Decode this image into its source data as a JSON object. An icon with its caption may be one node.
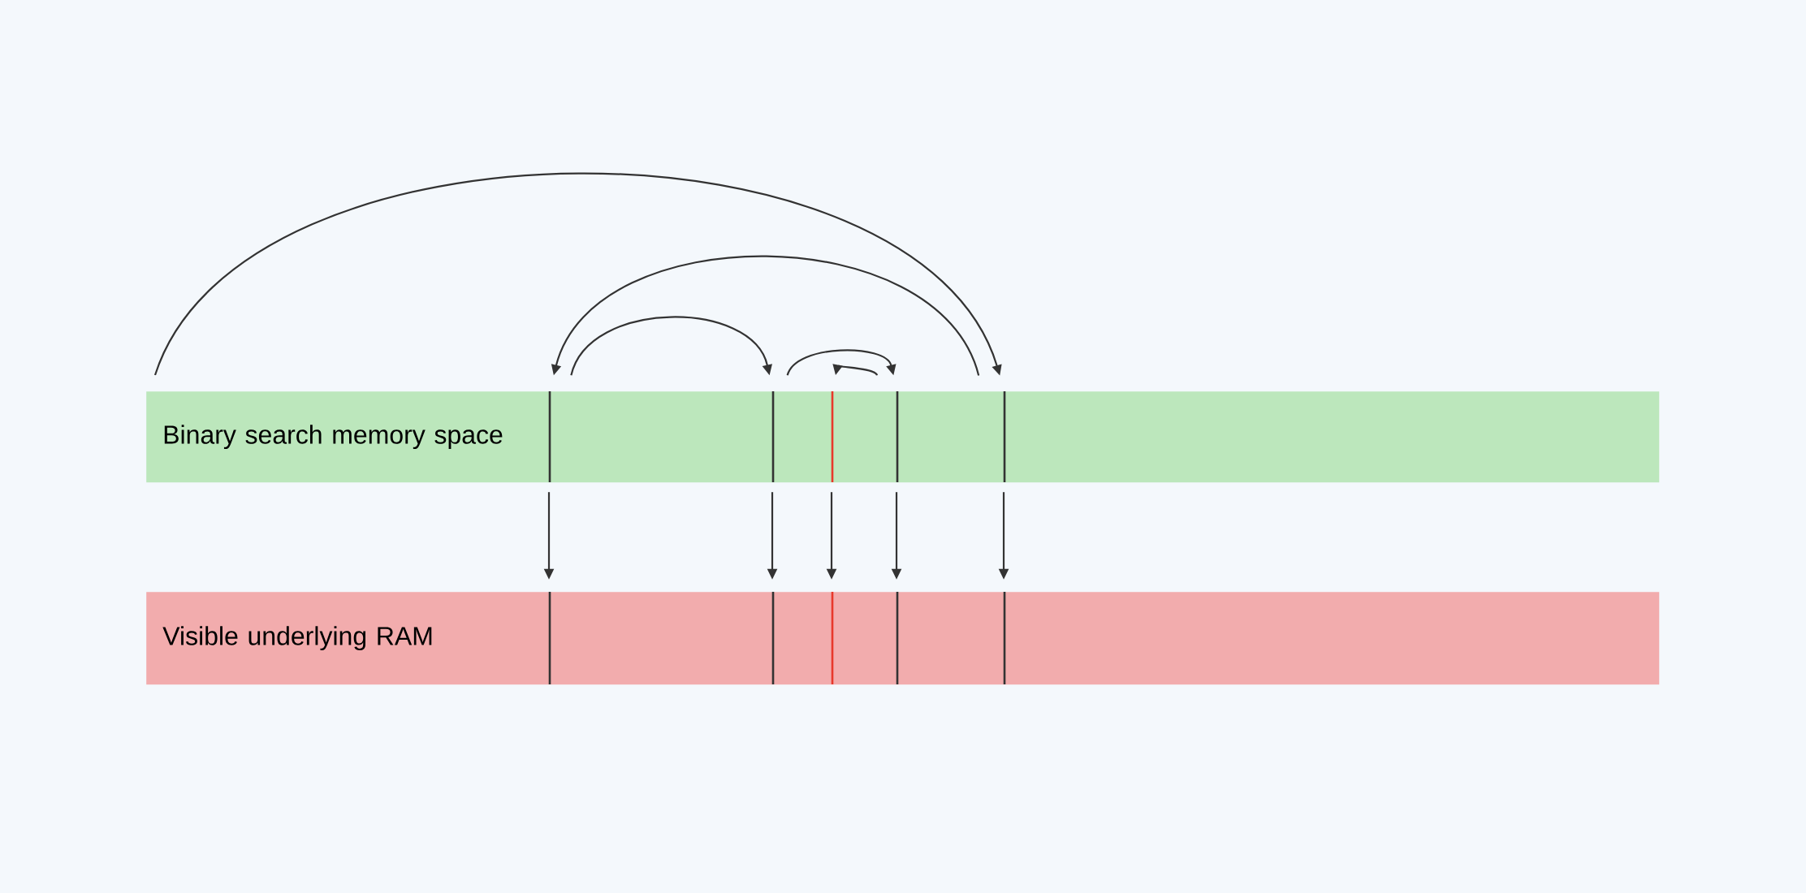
{
  "diagram": {
    "nodes": [
      {
        "text": [
          "Binary search memory space"
        ]
      },
      {
        "text": [],
        "shape": "bar",
        "in": 0
      },
      {
        "text": [],
        "shape": "bar",
        "in": 0
      },
      {
        "text": [],
        "shape": "bar",
        "in": 0
      },
      {
        "text": [],
        "shape": "bar",
        "in": 0
      },
      {
        "text": [],
        "shape": "bar",
        "in": 0
      },
      {
        "text": [
          "Visible underlying RAM"
        ]
      },
      {
        "text": [],
        "shape": "bar",
        "in": 6
      },
      {
        "text": [],
        "shape": "bar",
        "in": 6
      },
      {
        "text": [],
        "shape": "bar",
        "in": 6
      },
      {
        "text": [],
        "shape": "bar",
        "in": 6
      },
      {
        "text": [],
        "shape": "bar",
        "in": 6
      }
    ],
    "edges": [
      {
        "from": null,
        "to": 5,
        "arrow": "to"
      },
      {
        "from": 5,
        "to": 1,
        "arrow": "to"
      },
      {
        "from": 1,
        "to": 2,
        "arrow": "to"
      },
      {
        "from": 2,
        "to": 4,
        "arrow": "to"
      },
      {
        "from": 4,
        "to": 3,
        "arrow": "to"
      },
      {
        "from": 1,
        "to": 7,
        "arrow": "to"
      },
      {
        "from": 2,
        "to": 8,
        "arrow": "to"
      },
      {
        "from": 3,
        "to": 9,
        "arrow": "to"
      },
      {
        "from": 4,
        "to": 10,
        "arrow": "to"
      },
      {
        "from": 5,
        "to": 11,
        "arrow": "to"
      }
    ]
  }
}
